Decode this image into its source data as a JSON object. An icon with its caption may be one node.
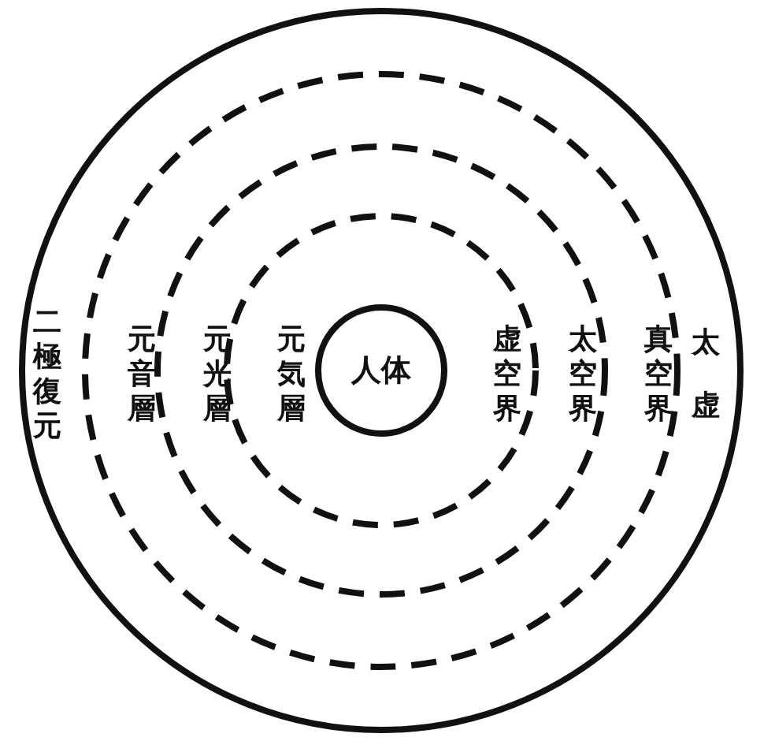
{
  "diagram": {
    "nodes": [
      {
        "text": [
          "二極復元",
          "太虚"
        ]
      },
      {
        "text": [
          "元音層",
          "真空界"
        ],
        "in": 0
      },
      {
        "text": [
          "元光層",
          "太空界"
        ],
        "in": 1
      },
      {
        "text": [
          "元気層",
          "虚空界"
        ],
        "in": 2
      },
      {
        "text": [
          "人体"
        ],
        "in": 3
      }
    ]
  }
}
